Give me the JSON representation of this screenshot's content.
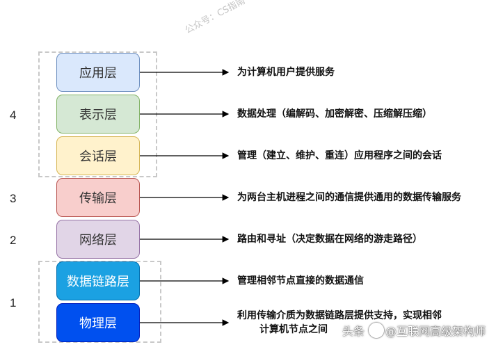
{
  "watermark": "公众号：CS指南",
  "layers": [
    {
      "label": "应用层",
      "description": "为计算机用户提供服务",
      "fill": "#dae8fc",
      "stroke": "#6c8ebf"
    },
    {
      "label": "表示层",
      "description": "数据处理（编解码、加密解密、压缩解压缩）",
      "fill": "#d5e8d4",
      "stroke": "#82b366"
    },
    {
      "label": "会话层",
      "description": "管理（建立、维护、重连）应用程序之间的会话",
      "fill": "#fff2cc",
      "stroke": "#d6b656"
    },
    {
      "label": "传输层",
      "description": "为两台主机进程之间的通信提供通用的数据传输服务",
      "fill": "#f8cecc",
      "stroke": "#b85450"
    },
    {
      "label": "网络层",
      "description": "路由和寻址（决定数据在网络的游走路径）",
      "fill": "#e1d5e7",
      "stroke": "#9673a6"
    },
    {
      "label": "数据链路层",
      "description": "管理相邻节点直接的数据通信",
      "fill": "#1ba1e2",
      "stroke": "#006eaf"
    },
    {
      "label": "物理层",
      "description_line1": "利用传输介质为数据链路层提供支持，实现相邻",
      "description_line2": "计算机节点之间",
      "fill": "#0050ef",
      "stroke": "#001dbc"
    }
  ],
  "group_numbers": [
    "4",
    "3",
    "2",
    "1"
  ],
  "footer": {
    "text_a": "头条",
    "text_b": "@互联网高级架构师"
  }
}
